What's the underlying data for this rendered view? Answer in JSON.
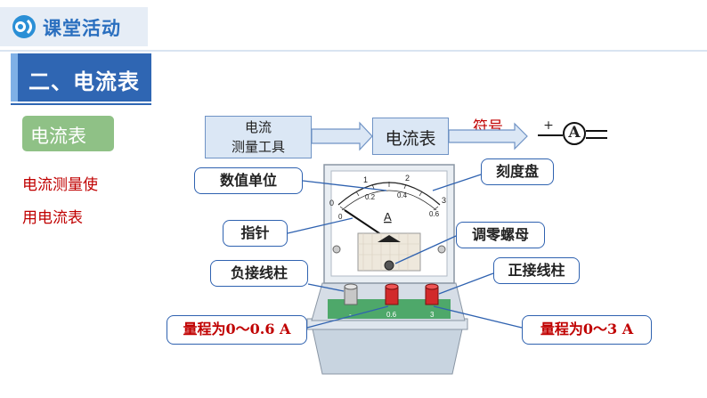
{
  "header": {
    "title": "课堂活动",
    "logo_icon": "logo-icon"
  },
  "section": {
    "title": "二、电流表"
  },
  "tag": {
    "label": "电流表"
  },
  "activity": {
    "line1": "电流测量使",
    "line2": "用电流表"
  },
  "flow": {
    "tool_line1": "电流",
    "tool_line2": "测量工具",
    "ammeter": "电流表",
    "symbol_label": "符号",
    "symbol_plus": "+",
    "symbol_letter": "A",
    "symbol_minus": "–"
  },
  "meter": {
    "dial_unit": "A",
    "scale_top": [
      "0",
      "1",
      "2",
      "3"
    ],
    "scale_bottom": [
      "0",
      "0.2",
      "0.4",
      "0.6"
    ],
    "terminals": [
      "-",
      "0.6",
      "3"
    ]
  },
  "callouts": {
    "dial": "数值单位",
    "scale": "刻度盘",
    "pointer": "指针",
    "zero": "调零螺母",
    "negative": "负接线柱",
    "positive": "正接线柱",
    "range_small": "量程为0～0.6 A",
    "range_large": "量程为0～3 A"
  },
  "colors": {
    "brand_blue": "#2f66b3",
    "accent_red": "#c00000",
    "tag_green": "#8fc186"
  }
}
